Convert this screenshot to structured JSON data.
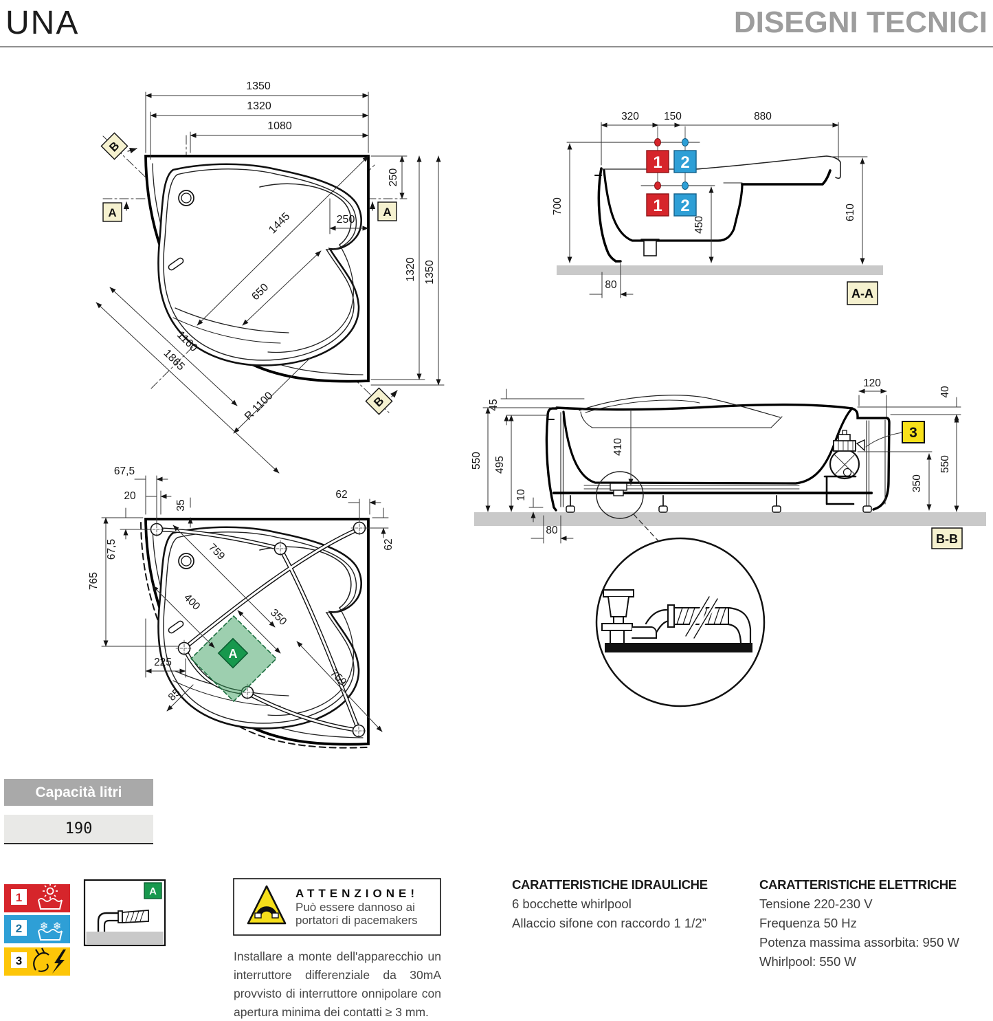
{
  "header": {
    "product": "UNA",
    "title": "DISEGNI TECNICI"
  },
  "plan_top": {
    "marker_b_top": "B",
    "marker_b_bottom": "B",
    "marker_a_left": "A",
    "marker_a_right": "A",
    "dims": {
      "w1350": "1350",
      "w1320": "1320",
      "w1080": "1080",
      "r250": "250",
      "r1320": "1320",
      "r1350": "1350",
      "inner250": "250",
      "diag1445": "1445",
      "d650": "650",
      "d1160": "1160",
      "d1865": "1865",
      "radius": "R 1100"
    }
  },
  "section_aa": {
    "label": "A-A",
    "jet_hot_upper": "1",
    "jet_cold_upper": "2",
    "jet_hot_lower": "1",
    "jet_cold_lower": "2",
    "dims": {
      "d320": "320",
      "d150": "150",
      "d880": "880",
      "d700": "700",
      "d450": "450",
      "d610": "610",
      "d80": "80"
    }
  },
  "plan_frame": {
    "marker_a": "A",
    "dims": {
      "d675_top": "67,5",
      "d20": "20",
      "d35": "35",
      "d62_top": "62",
      "d62_right": "62",
      "d675_left": "67,5",
      "d765": "765",
      "d759_upper": "759",
      "d400": "400",
      "d350": "350",
      "d225": "225",
      "d85": "85",
      "d759_lower": "759"
    }
  },
  "section_bb": {
    "label": "B-B",
    "marker_3": "3",
    "dims": {
      "d45": "45",
      "d550_left": "550",
      "d495": "495",
      "d10": "10",
      "d80": "80",
      "d410": "410",
      "d120": "120",
      "d40": "40",
      "d350": "350",
      "d550_right": "550"
    }
  },
  "capacity": {
    "label": "Capacità litri",
    "value": "190"
  },
  "legend": {
    "hot_num": "1",
    "cold_num": "2",
    "power_num": "3",
    "detail_letter": "A"
  },
  "warning": {
    "title": "ATTENZIONE!",
    "subtitle1": "Può essere dannoso ai",
    "subtitle2": "portatori di pacemakers",
    "note": "Installare a monte dell'apparecchio un interruttore differenziale da 30mA provvisto di interruttore onnipolare con apertura minima dei contatti ≥ 3 mm."
  },
  "hydraulics": {
    "title": "CARATTERISTICHE IDRAULICHE",
    "line1": "6 bocchette whirlpool",
    "line2": "Allaccio sifone con raccordo 1 1/2”"
  },
  "electrics": {
    "title": "CARATTERISTICHE ELETTRICHE",
    "line1": "Tensione 220-230 V",
    "line2": "Frequenza 50 Hz",
    "line3": "Potenza massima assorbita: 950 W",
    "line4": "Whirlpool: 550 W"
  },
  "colors": {
    "hot_red": "#d6252b",
    "cold_blue": "#2e9fd6",
    "power_yellow": "#fdc608",
    "warn_yellow": "#f6df1b",
    "marker_beige": "#f5f1cf",
    "zone_green": "#3ca060",
    "marker_green": "#17984d",
    "title_gray": "#9d9d9d",
    "floor_gray": "#c9c9c9"
  }
}
